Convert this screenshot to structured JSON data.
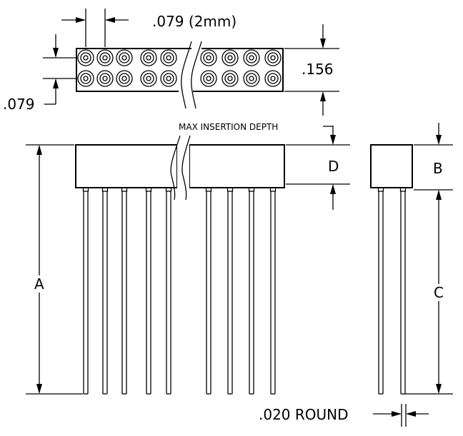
{
  "labels": {
    "pitch": ".079 (2mm)",
    "row_spacing": ".156",
    "edge_offset": ".079",
    "max_insertion": "MAX INSERTION DEPTH",
    "dim_a": "A",
    "dim_b": "B",
    "dim_c": "C",
    "dim_d": "D",
    "pin_diameter": ".020 ROUND"
  }
}
